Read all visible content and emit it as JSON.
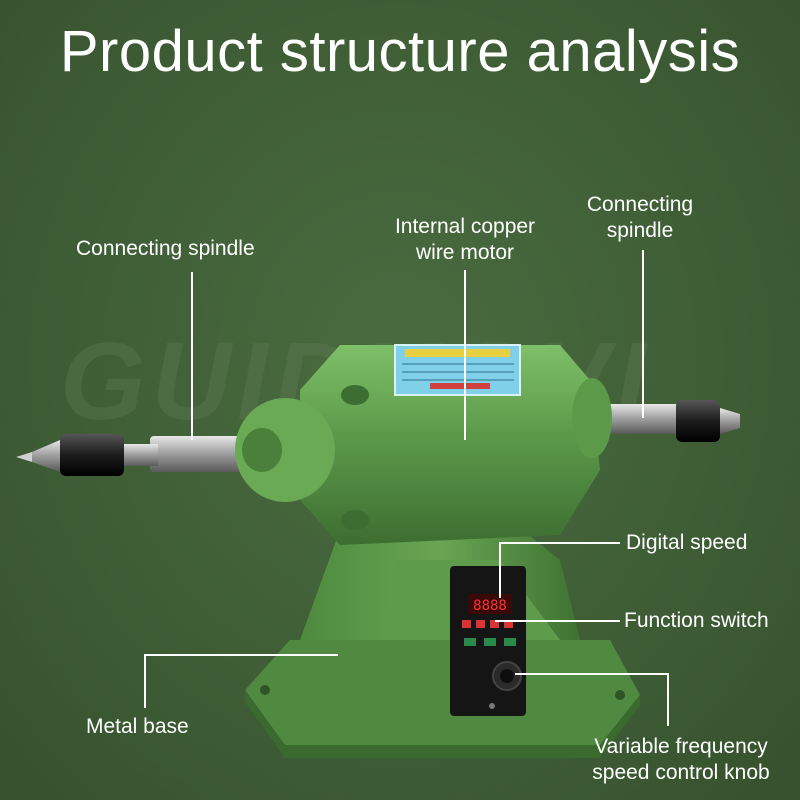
{
  "title": "Product structure analysis",
  "watermark": "GUIDKOVL",
  "labels": {
    "spindle_left": "Connecting spindle",
    "motor_line1": "Internal copper",
    "motor_line2": "wire motor",
    "spindle_right_line1": "Connecting",
    "spindle_right_line2": "spindle",
    "digital_speed": "Digital speed",
    "function_switch": "Function switch",
    "metal_base": "Metal base",
    "knob_line1": "Variable frequency",
    "knob_line2": "speed control knob"
  },
  "colors": {
    "background": "#3f5e36",
    "machine_green": "#5c9a4a",
    "label_text": "#ffffff",
    "nameplate": "#7fd0e8"
  }
}
